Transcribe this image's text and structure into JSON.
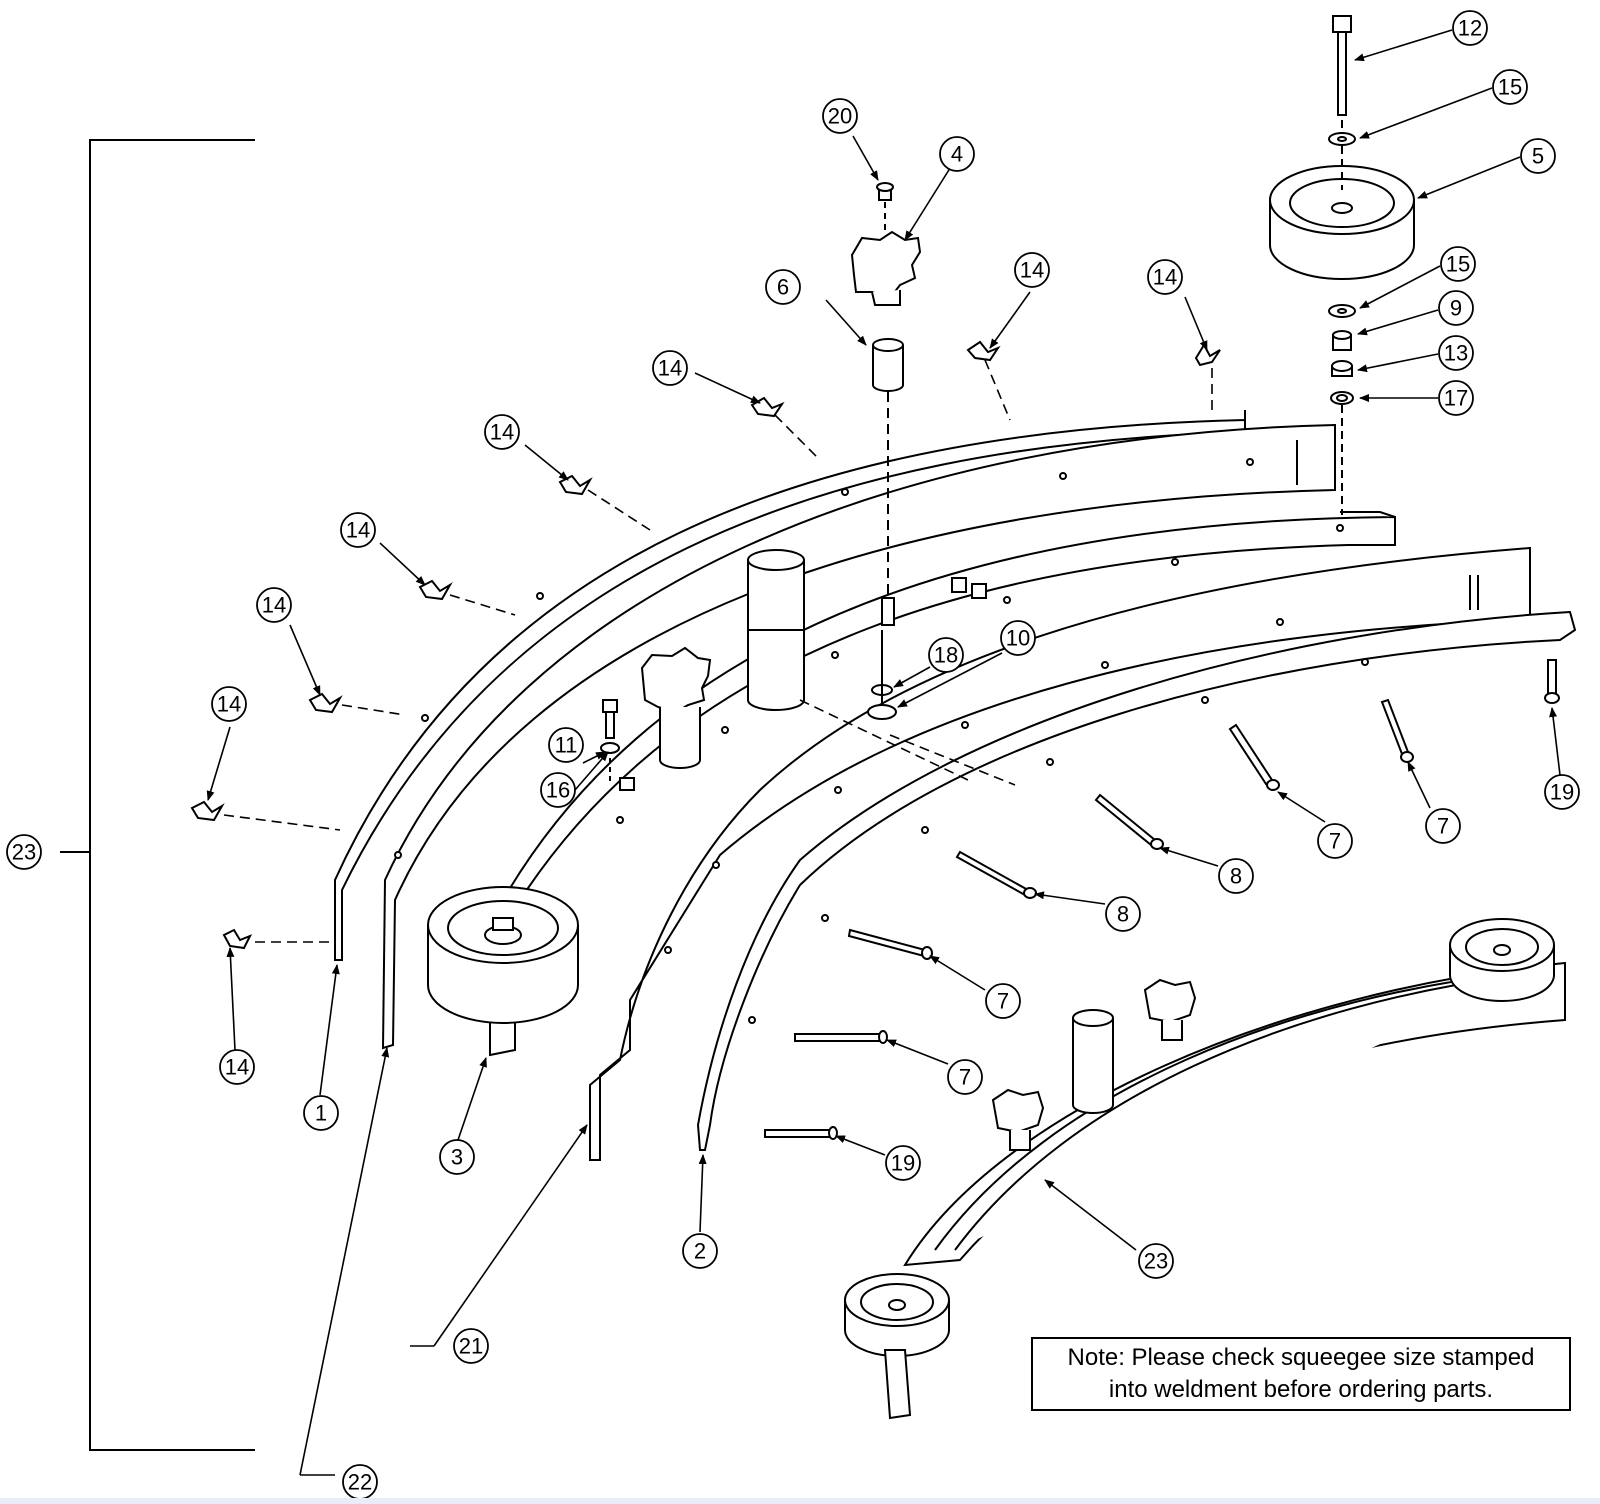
{
  "callouts": [
    {
      "id": "c12",
      "label": "12"
    },
    {
      "id": "c15a",
      "label": "15"
    },
    {
      "id": "c5",
      "label": "5"
    },
    {
      "id": "c15b",
      "label": "15"
    },
    {
      "id": "c9",
      "label": "9"
    },
    {
      "id": "c13",
      "label": "13"
    },
    {
      "id": "c17",
      "label": "17"
    },
    {
      "id": "c20",
      "label": "20"
    },
    {
      "id": "c4",
      "label": "4"
    },
    {
      "id": "c6",
      "label": "6"
    },
    {
      "id": "c14a",
      "label": "14"
    },
    {
      "id": "c14b",
      "label": "14"
    },
    {
      "id": "c14c",
      "label": "14"
    },
    {
      "id": "c14d",
      "label": "14"
    },
    {
      "id": "c14e",
      "label": "14"
    },
    {
      "id": "c14f",
      "label": "14"
    },
    {
      "id": "c14g",
      "label": "14"
    },
    {
      "id": "c14h",
      "label": "14"
    },
    {
      "id": "c14i",
      "label": "14"
    },
    {
      "id": "c18",
      "label": "18"
    },
    {
      "id": "c10",
      "label": "10"
    },
    {
      "id": "c11",
      "label": "11"
    },
    {
      "id": "c16",
      "label": "16"
    },
    {
      "id": "c19a",
      "label": "19"
    },
    {
      "id": "c7a",
      "label": "7"
    },
    {
      "id": "c7b",
      "label": "7"
    },
    {
      "id": "c8a",
      "label": "8"
    },
    {
      "id": "c8b",
      "label": "8"
    },
    {
      "id": "c7c",
      "label": "7"
    },
    {
      "id": "c7d",
      "label": "7"
    },
    {
      "id": "c19b",
      "label": "19"
    },
    {
      "id": "c1",
      "label": "1"
    },
    {
      "id": "c3",
      "label": "3"
    },
    {
      "id": "c2",
      "label": "2"
    },
    {
      "id": "c23b",
      "label": "23"
    },
    {
      "id": "c21",
      "label": "21"
    },
    {
      "id": "c22",
      "label": "22"
    },
    {
      "id": "c23a",
      "label": "23"
    }
  ],
  "note": {
    "line1": "Note: Please check squeegee size stamped",
    "line2": "into weldment before ordering parts."
  }
}
